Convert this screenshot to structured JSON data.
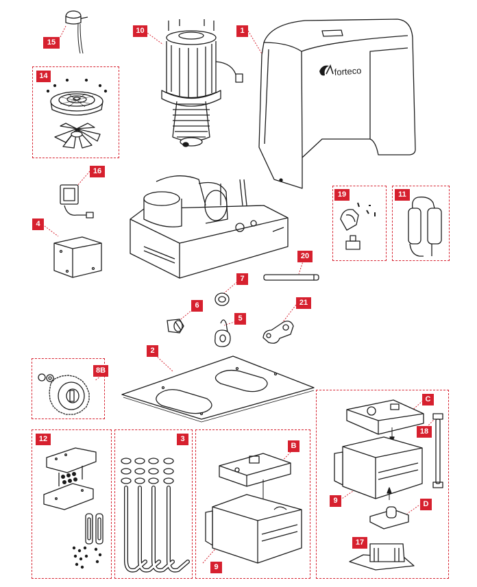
{
  "brand": "forteco",
  "accent": "#d6202e",
  "labels": {
    "p1": "1",
    "p2": "2",
    "p3": "3",
    "p4": "4",
    "p5": "5",
    "p6": "6",
    "p7": "7",
    "p8b": "8B",
    "p9a": "9",
    "p9b": "9",
    "p10": "10",
    "p11": "11",
    "p12": "12",
    "p14": "14",
    "p15": "15",
    "p16": "16",
    "p17": "17",
    "p18": "18",
    "p19": "19",
    "p20": "20",
    "p21": "21",
    "pB": "B",
    "pC": "C",
    "pD": "D"
  }
}
